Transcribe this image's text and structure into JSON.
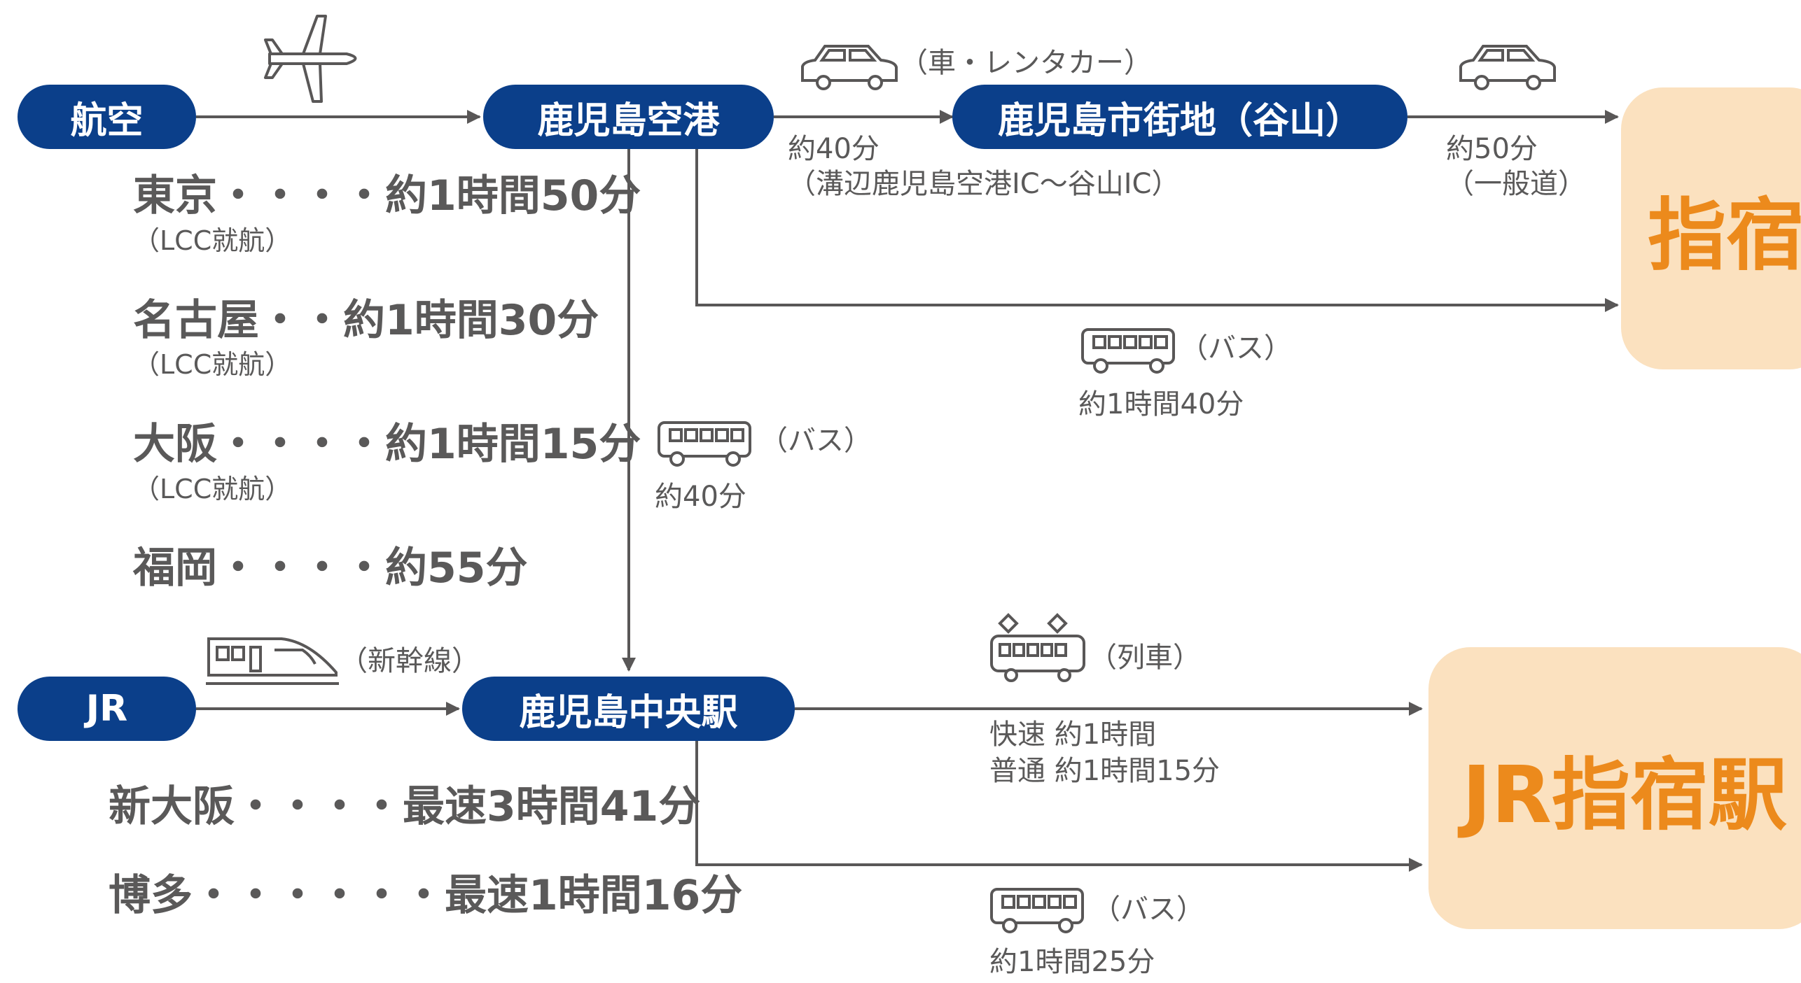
{
  "nodes": {
    "air": "航空",
    "airport": "鹿児島空港",
    "city": "鹿児島市街地（谷山）",
    "jr": "JR",
    "chuo": "鹿児島中央駅",
    "ibusuki": "指宿",
    "jr_ibusuki": "JR指宿駅"
  },
  "flights": [
    {
      "line": "東京・・・・約1時間50分",
      "note": "（LCC就航）"
    },
    {
      "line": "名古屋・・約1時間30分",
      "note": "（LCC就航）"
    },
    {
      "line": "大阪・・・・約1時間15分",
      "note": "（LCC就航）"
    },
    {
      "line": "福岡・・・・約55分",
      "note": ""
    }
  ],
  "shinkansen": [
    {
      "line": "新大阪・・・・最速3時間41分"
    },
    {
      "line": "博多・・・・・・最速1時間16分"
    }
  ],
  "routes": {
    "car_label": "（車・レンタカー）",
    "car_time": "約40分",
    "car_via": "（溝辺鹿児島空港IC〜谷山IC）",
    "car2_time": "約50分",
    "car2_via": "（一般道）",
    "bus_airport_ibusuki_label": "（バス）",
    "bus_airport_ibusuki_time": "約1時間40分",
    "bus_airport_chuo_label": "（バス）",
    "bus_airport_chuo_time": "約40分",
    "shinkansen_label": "（新幹線）",
    "train_label": "（列車）",
    "train_rapid": "快速 約1時間",
    "train_local": "普通 約1時間15分",
    "bus_chuo_label": "（バス）",
    "bus_chuo_time": "約1時間25分"
  },
  "colors": {
    "node": "#0b3f8a",
    "dest_bg": "#fbe1bf",
    "dest_text": "#ec8a1c",
    "line": "#595757"
  },
  "icons": [
    "airplane-icon",
    "car-icon",
    "bus-icon",
    "bullet-train-icon",
    "train-icon"
  ]
}
